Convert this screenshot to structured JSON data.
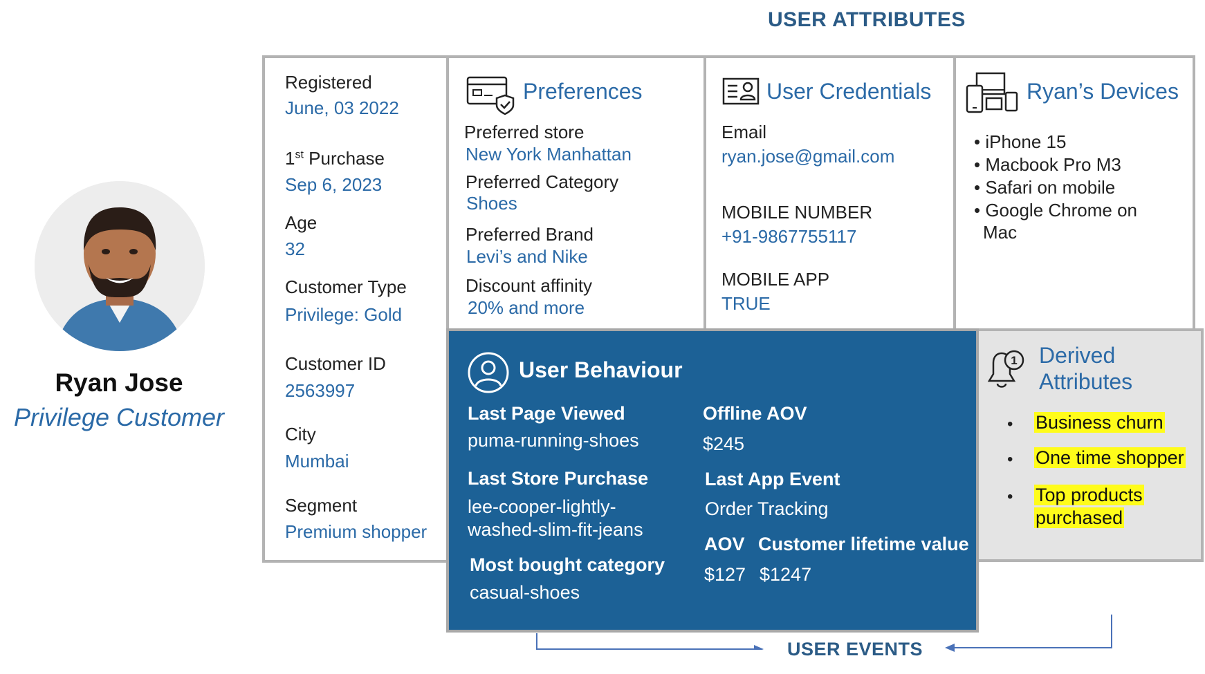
{
  "header_attributes": "USER ATTRIBUTES",
  "header_events": "USER EVENTS",
  "profile": {
    "name": "Ryan Jose",
    "subtitle": "Privilege Customer"
  },
  "basic": {
    "registered_label": "Registered",
    "registered_value": "June, 03 2022",
    "first_purchase_label_num": "1",
    "first_purchase_label_sup": "st",
    "first_purchase_label_rest": " Purchase",
    "first_purchase_value": "Sep 6, 2023",
    "age_label": "Age",
    "age_value": "32",
    "customer_type_label": "Customer Type",
    "customer_type_value": "Privilege: Gold",
    "customer_id_label": "Customer ID",
    "customer_id_value": "2563997",
    "city_label": "City",
    "city_value": "Mumbai",
    "segment_label": "Segment",
    "segment_value": "Premium shopper"
  },
  "preferences": {
    "title": "Preferences",
    "store_label": "Preferred store",
    "store_value": "New York Manhattan",
    "category_label": "Preferred Category",
    "category_value": "Shoes",
    "brand_label": "Preferred Brand",
    "brand_value": "Levi’s and Nike",
    "discount_label": "Discount affinity",
    "discount_value": "20% and more"
  },
  "credentials": {
    "title": "User Credentials",
    "email_label": "Email",
    "email_value": "ryan.jose@gmail.com",
    "mobile_label": "MOBILE NUMBER",
    "mobile_value": "+91-9867755117",
    "app_label": "MOBILE APP",
    "app_value": "TRUE"
  },
  "devices": {
    "title": "Ryan’s Devices",
    "items": [
      "iPhone 15",
      "Macbook Pro M3",
      "Safari on mobile",
      "Google Chrome on"
    ],
    "items_cont": "Mac"
  },
  "behaviour": {
    "title": "User Behaviour",
    "last_page_label": "Last Page Viewed",
    "last_page_value": "puma-running-shoes",
    "last_store_label": "Last Store Purchase",
    "last_store_value_1": "lee-cooper-lightly-",
    "last_store_value_2": "washed-slim-fit-jeans",
    "most_bought_label": "Most bought category",
    "most_bought_value": "casual-shoes",
    "offline_aov_label": "Offline AOV",
    "offline_aov_value": "$245",
    "last_app_label": "Last App Event",
    "last_app_value": "Order Tracking",
    "aov_label": "AOV",
    "aov_value": "$127",
    "clv_label": "Customer lifetime value",
    "clv_value": "$1247"
  },
  "derived": {
    "title_1": "Derived",
    "title_2": "Attributes",
    "items": [
      "Business churn",
      "One time shopper",
      "Top products",
      "purchased"
    ]
  },
  "icons": {
    "preferences": "card-shield-icon",
    "credentials": "id-card-icon",
    "devices": "devices-icon",
    "behaviour": "user-circle-icon",
    "derived": "bell-badge-icon",
    "profile": "avatar"
  },
  "colors": {
    "accent": "#2b6aa7",
    "behaviour_bg": "#1c6196",
    "derived_bg": "#e4e4e4",
    "highlight": "#fffc1a"
  }
}
